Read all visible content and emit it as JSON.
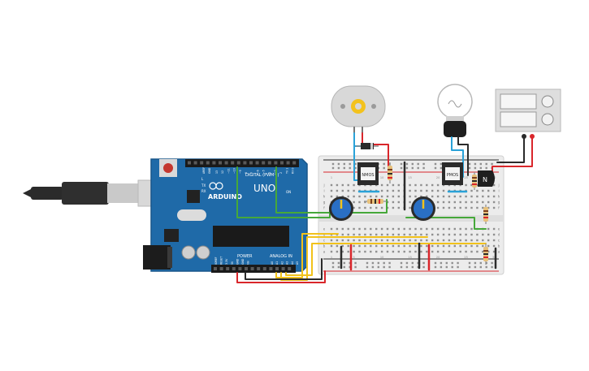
{
  "arduino": {
    "logo": "ARDUINO",
    "model": "UNO",
    "digital_label": "DIGITAL (PWM~)",
    "power_label": "POWER",
    "analog_label": "ANALOG IN",
    "on_label": "ON",
    "tx_label": "TX",
    "rx_label": "RX",
    "l_label": "L",
    "aref_label": "AREF",
    "gnd_label": "GND",
    "power_pins": [
      "IOREF",
      "RESET",
      "3.3V",
      "5V",
      "GND",
      "GND",
      "Vin"
    ],
    "analog_pins": [
      "A0",
      "A1",
      "A2",
      "A3",
      "A4",
      "A5"
    ],
    "digital_pins": [
      "13",
      "12",
      "~11",
      "~10",
      "~9",
      "8",
      "7",
      "~6",
      "~5",
      "4",
      "~3",
      "2",
      "TX 1",
      "RX 0"
    ]
  },
  "components": {
    "mosfet_n_label": "NMOS",
    "mosfet_p_label": "PMOS",
    "transistor_label": "N"
  },
  "breadboard": {
    "row_letters_top": [
      "j",
      "i",
      "h",
      "g",
      "f"
    ],
    "row_letters_bottom": [
      "e",
      "d",
      "c",
      "b",
      "a"
    ],
    "column_numbers": [
      "1",
      "5",
      "10",
      "15",
      "20",
      "25",
      "30"
    ]
  },
  "colors": {
    "board": "#1f6aa8",
    "wire_red": "#d9262b",
    "wire_black": "#2b2b2b",
    "wire_green": "#46a83a",
    "wire_yellow": "#f1c21b",
    "wire_blue": "#2aa2d8",
    "pot": "#2a6fc4"
  }
}
